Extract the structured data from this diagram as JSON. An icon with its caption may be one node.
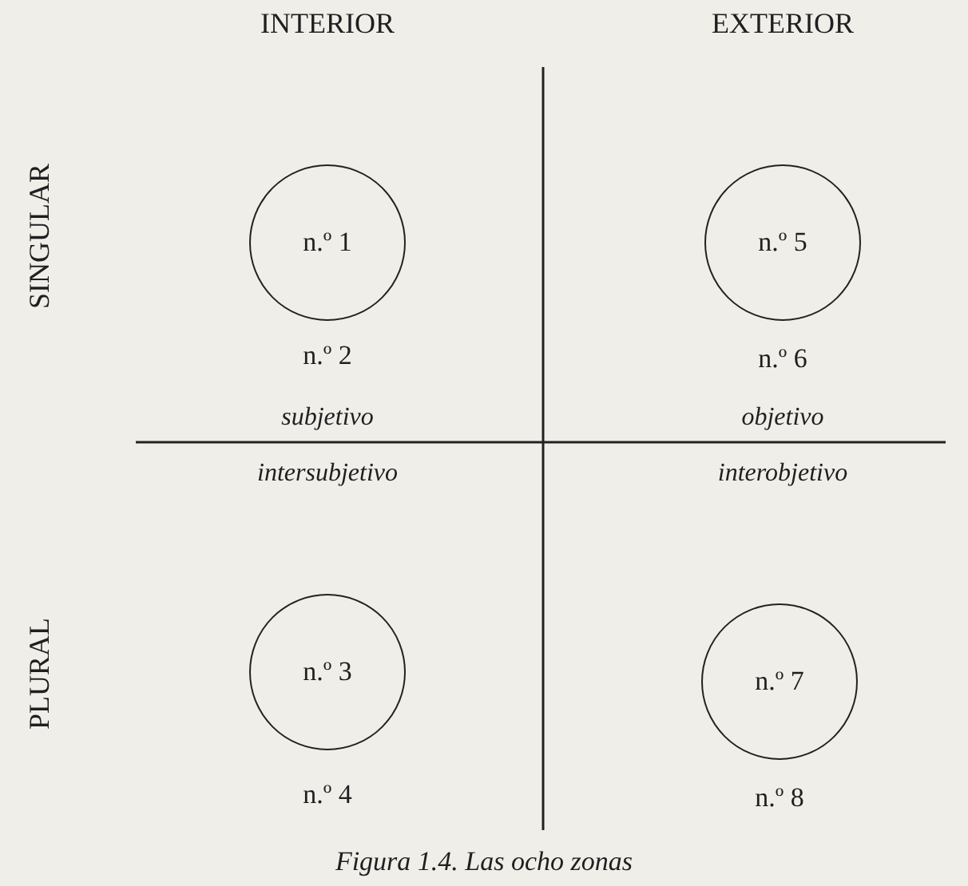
{
  "diagram": {
    "caption": "Figura 1.4. Las ocho zonas",
    "nodes": [
      {
        "text": [
          "n.º 1"
        ]
      },
      {
        "text": [
          "n.º 5"
        ]
      },
      {
        "text": [
          "n.º 3"
        ]
      },
      {
        "text": [
          "n.º 7"
        ]
      }
    ],
    "labels": [
      "INTERIOR",
      "EXTERIOR",
      "SINGULAR",
      "n.º 2",
      "n.º 6",
      "subjetivo",
      "objetivo",
      "intersubjetivo",
      "interobjetivo",
      "PLURAL",
      "n.º 4",
      "n.º 8"
    ]
  }
}
